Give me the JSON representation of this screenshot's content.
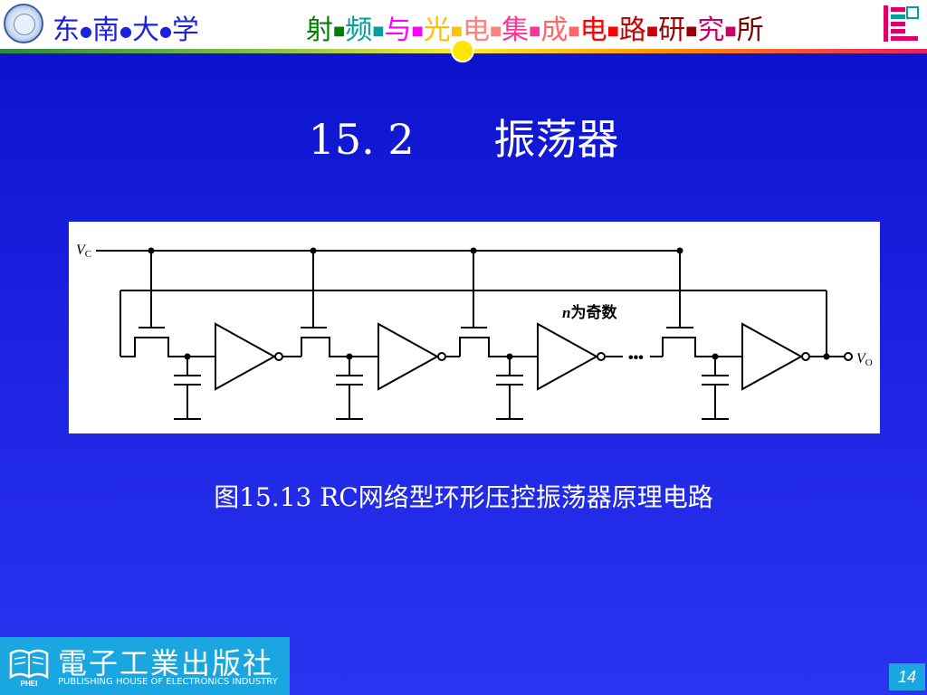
{
  "header": {
    "university": [
      "东",
      "南",
      "大",
      "学"
    ],
    "institute": [
      "射",
      "频",
      "与",
      "光",
      "电",
      "集",
      "成",
      "电",
      "路",
      "研",
      "究",
      "所"
    ],
    "institute_colors": [
      "#008000",
      "#00a0a0",
      "#ff00ff",
      "#ffc000",
      "#ff8080",
      "#ff3399",
      "#ff6666",
      "#ff0000",
      "#cc0000",
      "#990000",
      "#cc0066",
      "#800000"
    ]
  },
  "slide": {
    "title": "15. 2      振荡器",
    "caption": "图15.13  RC网络型环形压控振荡器原理电路",
    "page_number": "14"
  },
  "figure": {
    "vc_label": "V",
    "vc_sub": "C",
    "vo_label": "V",
    "vo_sub": "O",
    "n_italic": "n",
    "n_note": "为奇数",
    "ellipsis": "•••"
  },
  "publisher": {
    "name_cn": "電子工業出版社",
    "name_en": "PUBLISHING HOUSE OF ELECTRONICS INDUSTRY",
    "mark": "PHEI"
  },
  "colors": {
    "background": "#1a22e0",
    "header_text_blue": "#1a22e0",
    "publisher_band": "#1aa6e0"
  }
}
